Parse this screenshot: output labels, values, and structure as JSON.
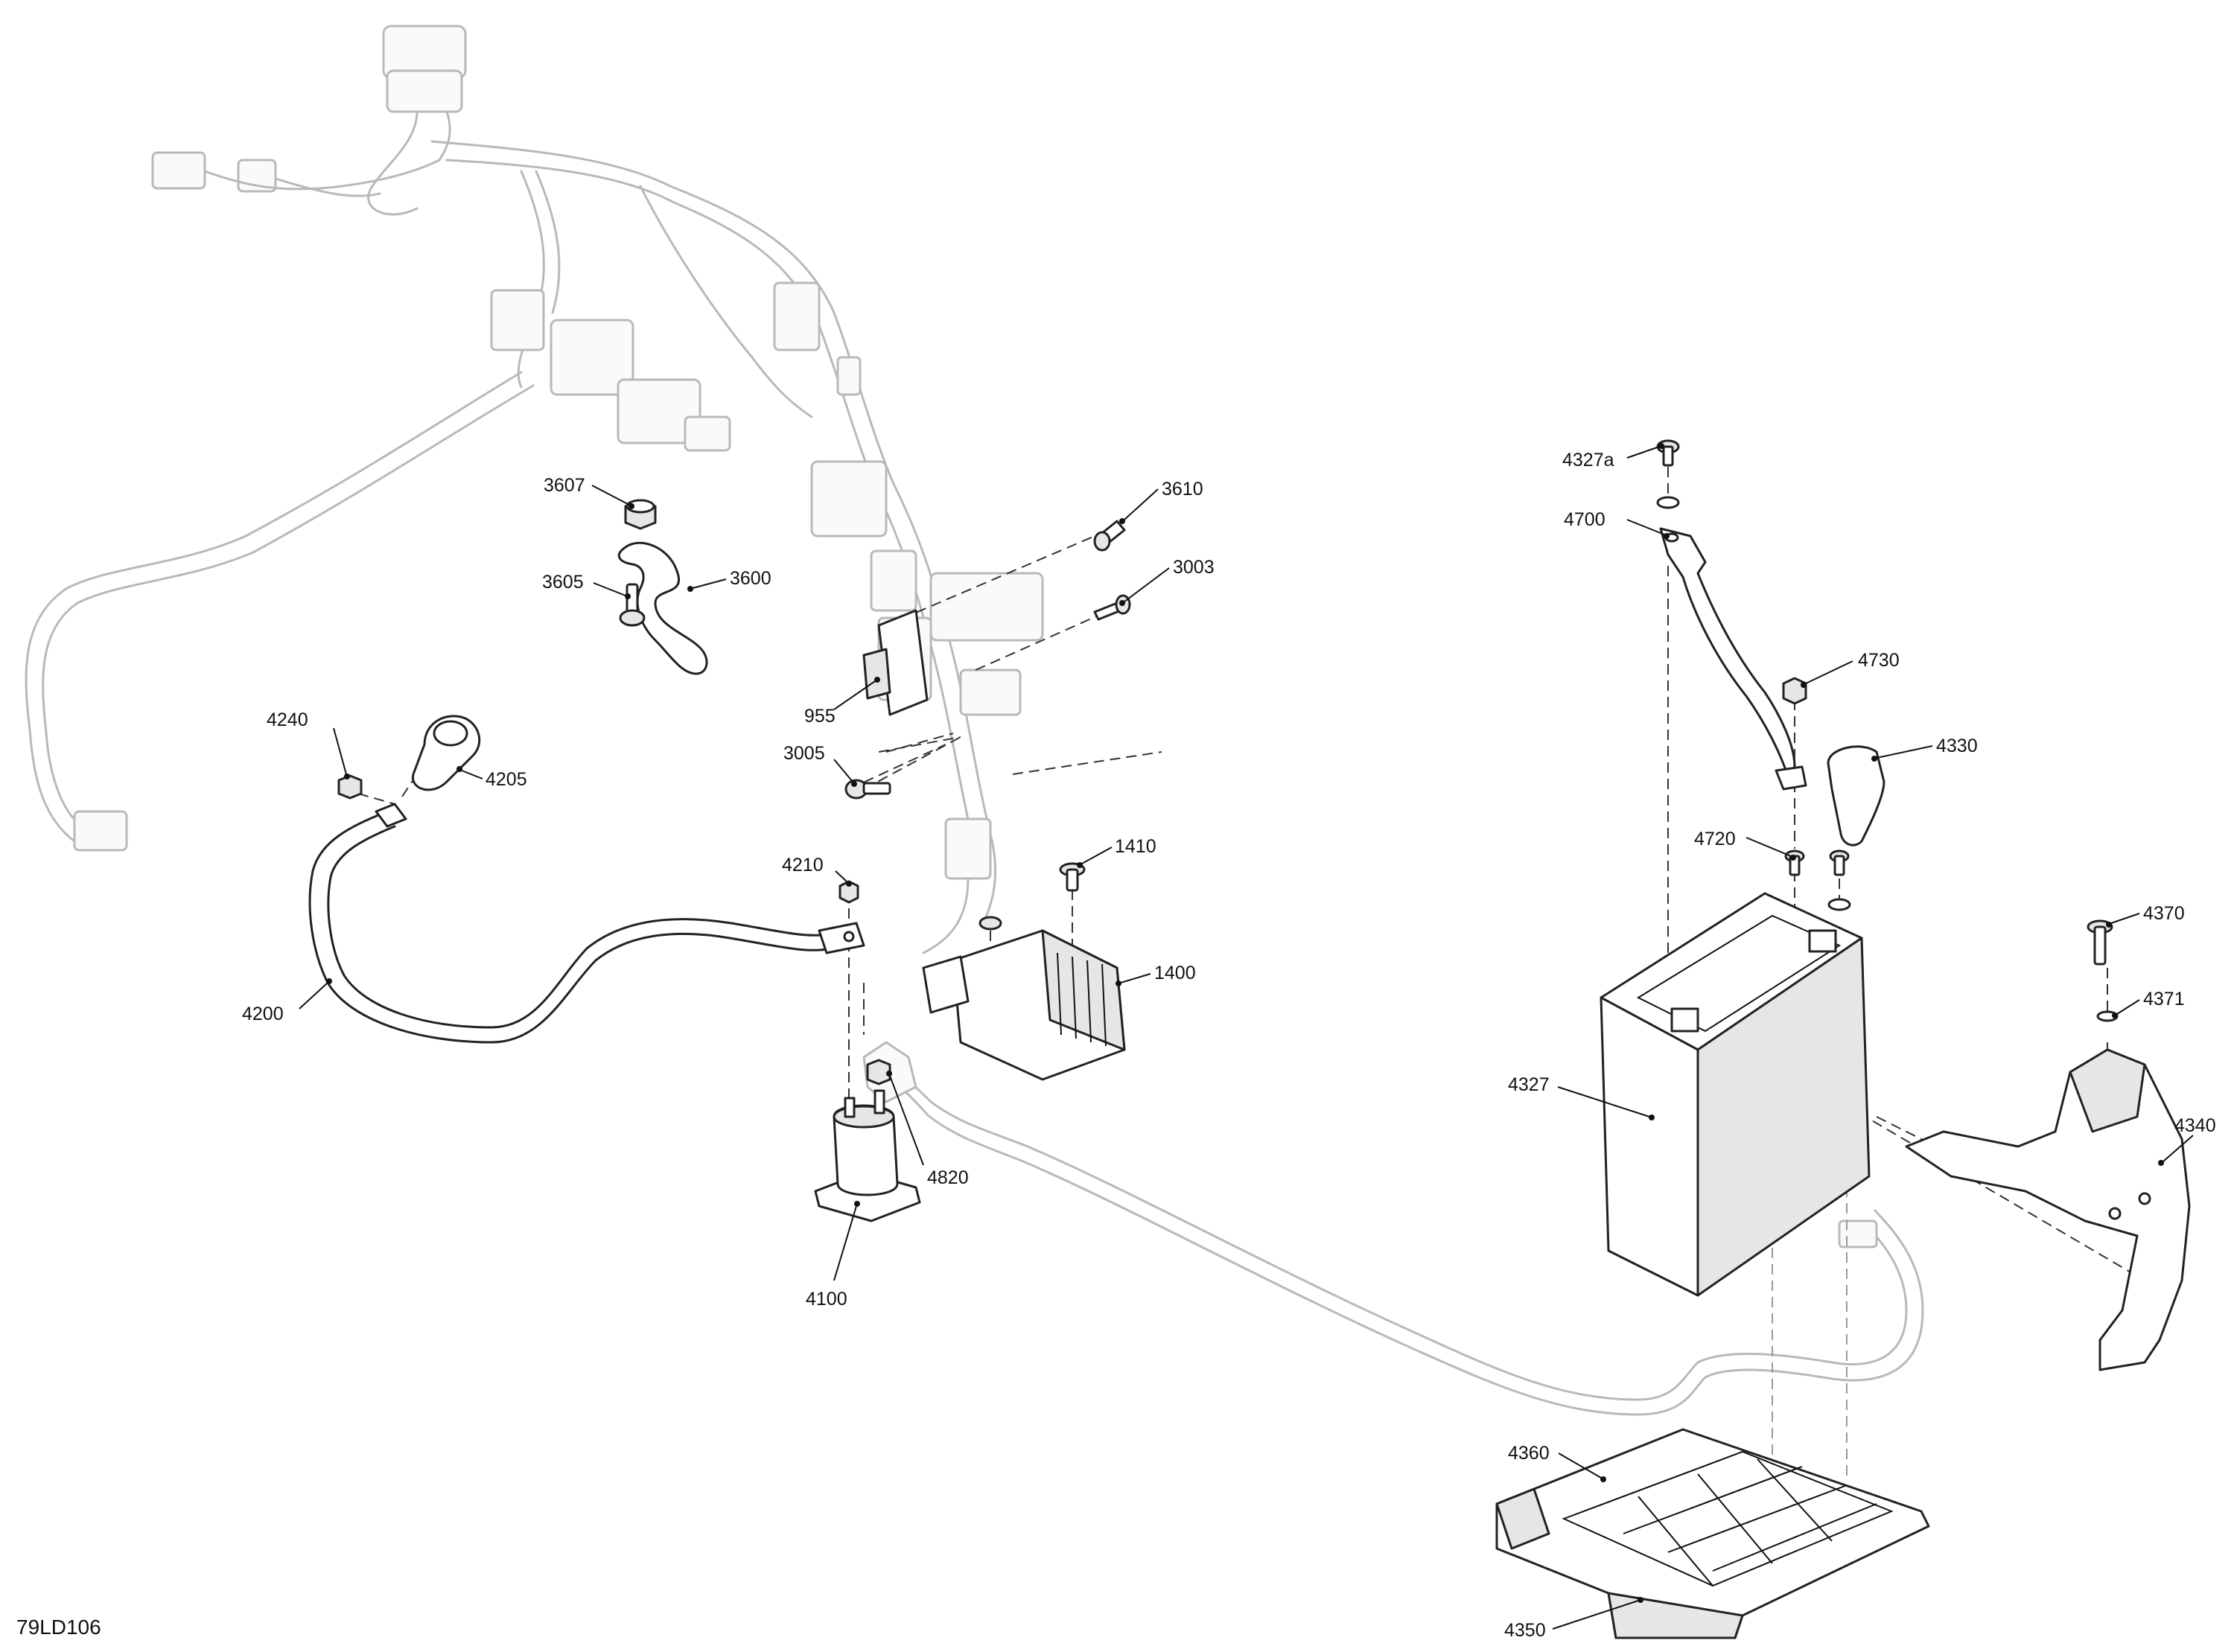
{
  "diagram": {
    "reference_code": "79LD106",
    "callouts": [
      {
        "id": "3607",
        "text": "3607"
      },
      {
        "id": "3605",
        "text": "3605"
      },
      {
        "id": "3600",
        "text": "3600"
      },
      {
        "id": "3610",
        "text": "3610"
      },
      {
        "id": "3003",
        "text": "3003"
      },
      {
        "id": "955",
        "text": "955"
      },
      {
        "id": "3005",
        "text": "3005"
      },
      {
        "id": "4240",
        "text": "4240"
      },
      {
        "id": "4205",
        "text": "4205"
      },
      {
        "id": "4210",
        "text": "4210"
      },
      {
        "id": "1410",
        "text": "1410"
      },
      {
        "id": "1400",
        "text": "1400"
      },
      {
        "id": "4200",
        "text": "4200"
      },
      {
        "id": "4820",
        "text": "4820"
      },
      {
        "id": "4100",
        "text": "4100"
      },
      {
        "id": "4327a",
        "text": "4327a"
      },
      {
        "id": "4700",
        "text": "4700"
      },
      {
        "id": "4730",
        "text": "4730"
      },
      {
        "id": "4330",
        "text": "4330"
      },
      {
        "id": "4720",
        "text": "4720"
      },
      {
        "id": "4370",
        "text": "4370"
      },
      {
        "id": "4371",
        "text": "4371"
      },
      {
        "id": "4327",
        "text": "4327"
      },
      {
        "id": "4340",
        "text": "4340"
      },
      {
        "id": "4360",
        "text": "4360"
      },
      {
        "id": "4350",
        "text": "4350"
      }
    ]
  }
}
